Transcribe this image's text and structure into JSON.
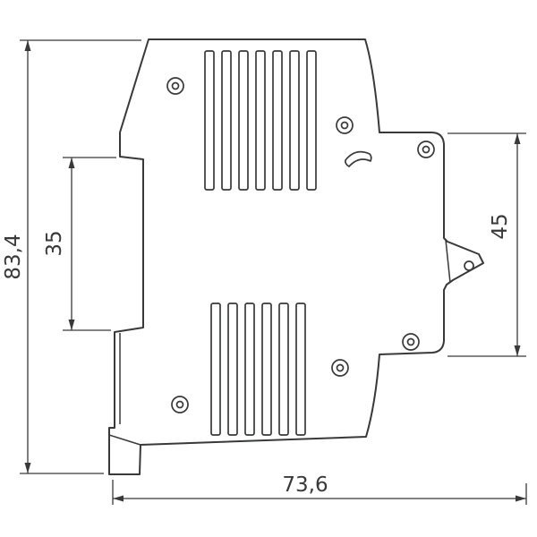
{
  "drawing": {
    "background_color": "#ffffff",
    "line_color": "#37393b",
    "labels": {
      "overall_height": "83,4",
      "din_recess_height": "35",
      "front_height": "45",
      "overall_depth": "73,6"
    }
  }
}
